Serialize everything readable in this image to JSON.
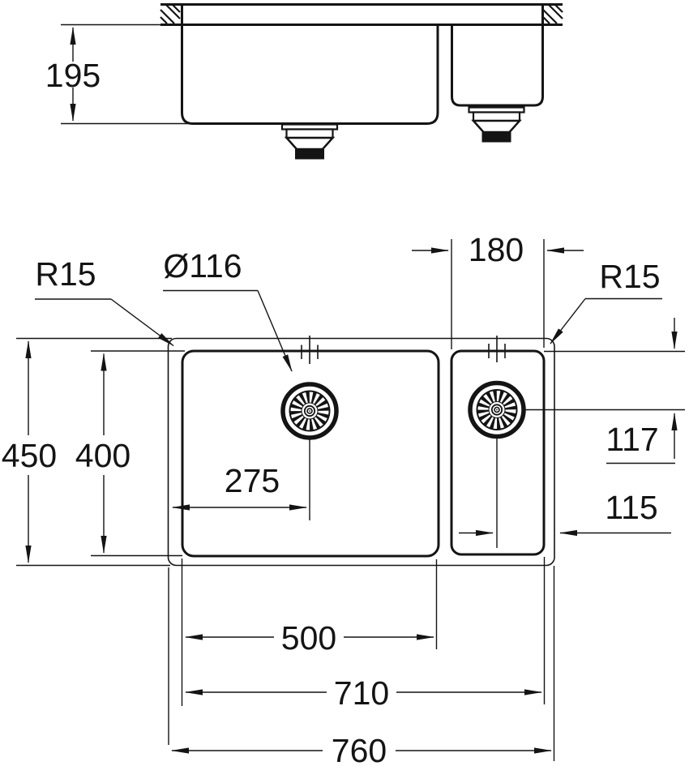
{
  "drawing": {
    "colors": {
      "line": "#141414",
      "background": "#ffffff"
    },
    "side_view": {
      "bowl_depth": "195"
    },
    "plan_view": {
      "corner_radius_left": "R15",
      "drain_diameter": "Ø116",
      "small_bowl_width": "180",
      "corner_radius_right": "R15",
      "overall_depth": "450",
      "main_bowl_depth": "400",
      "main_drain_offset": "275",
      "small_drain_top_offset": "117",
      "small_drain_right_offset": "115",
      "main_bowl_width": "500",
      "bowls_span": "710",
      "overall_width": "760"
    }
  }
}
